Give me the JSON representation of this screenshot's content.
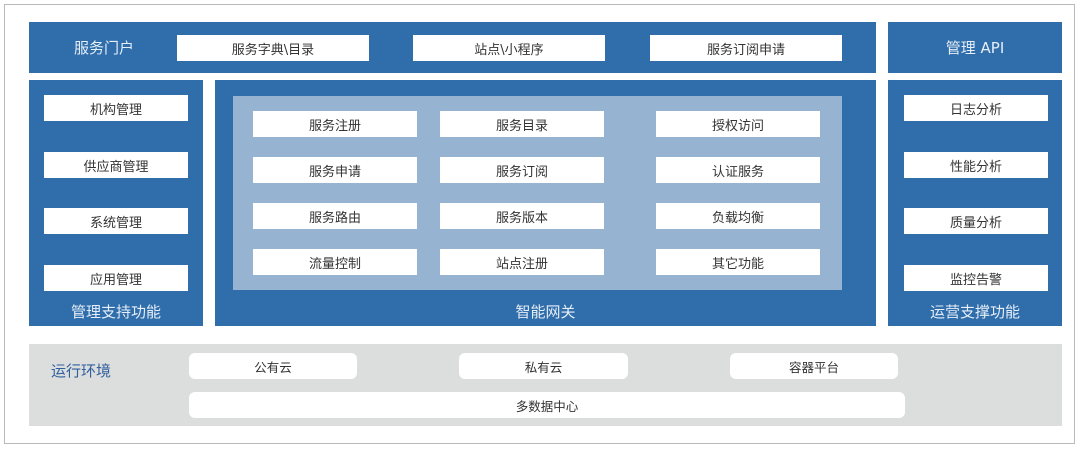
{
  "portal": {
    "label": "服务门户",
    "items": [
      "服务字典\\目录",
      "站点\\小程序",
      "服务订阅申请"
    ]
  },
  "management_api": {
    "label": "管理 API"
  },
  "management_support": {
    "label": "管理支持功能",
    "items": [
      "机构管理",
      "供应商管理",
      "系统管理",
      "应用管理"
    ]
  },
  "smart_gateway": {
    "label": "智能网关",
    "grid": [
      [
        "服务注册",
        "服务目录",
        "授权访问"
      ],
      [
        "服务申请",
        "服务订阅",
        "认证服务"
      ],
      [
        "服务路由",
        "服务版本",
        "负载均衡"
      ],
      [
        "流量控制",
        "站点注册",
        "其它功能"
      ]
    ]
  },
  "operations_support": {
    "label": "运营支撑功能",
    "items": [
      "日志分析",
      "性能分析",
      "质量分析",
      "监控告警"
    ]
  },
  "runtime": {
    "label": "运行环境",
    "items": [
      "公有云",
      "私有云",
      "容器平台"
    ],
    "wide_item": "多数据中心"
  },
  "colors": {
    "primary_blue": "#2f6dab",
    "inner_light_blue": "#97b3d2",
    "runtime_gray": "#dcdddd",
    "runtime_label": "#2f5f9e"
  }
}
